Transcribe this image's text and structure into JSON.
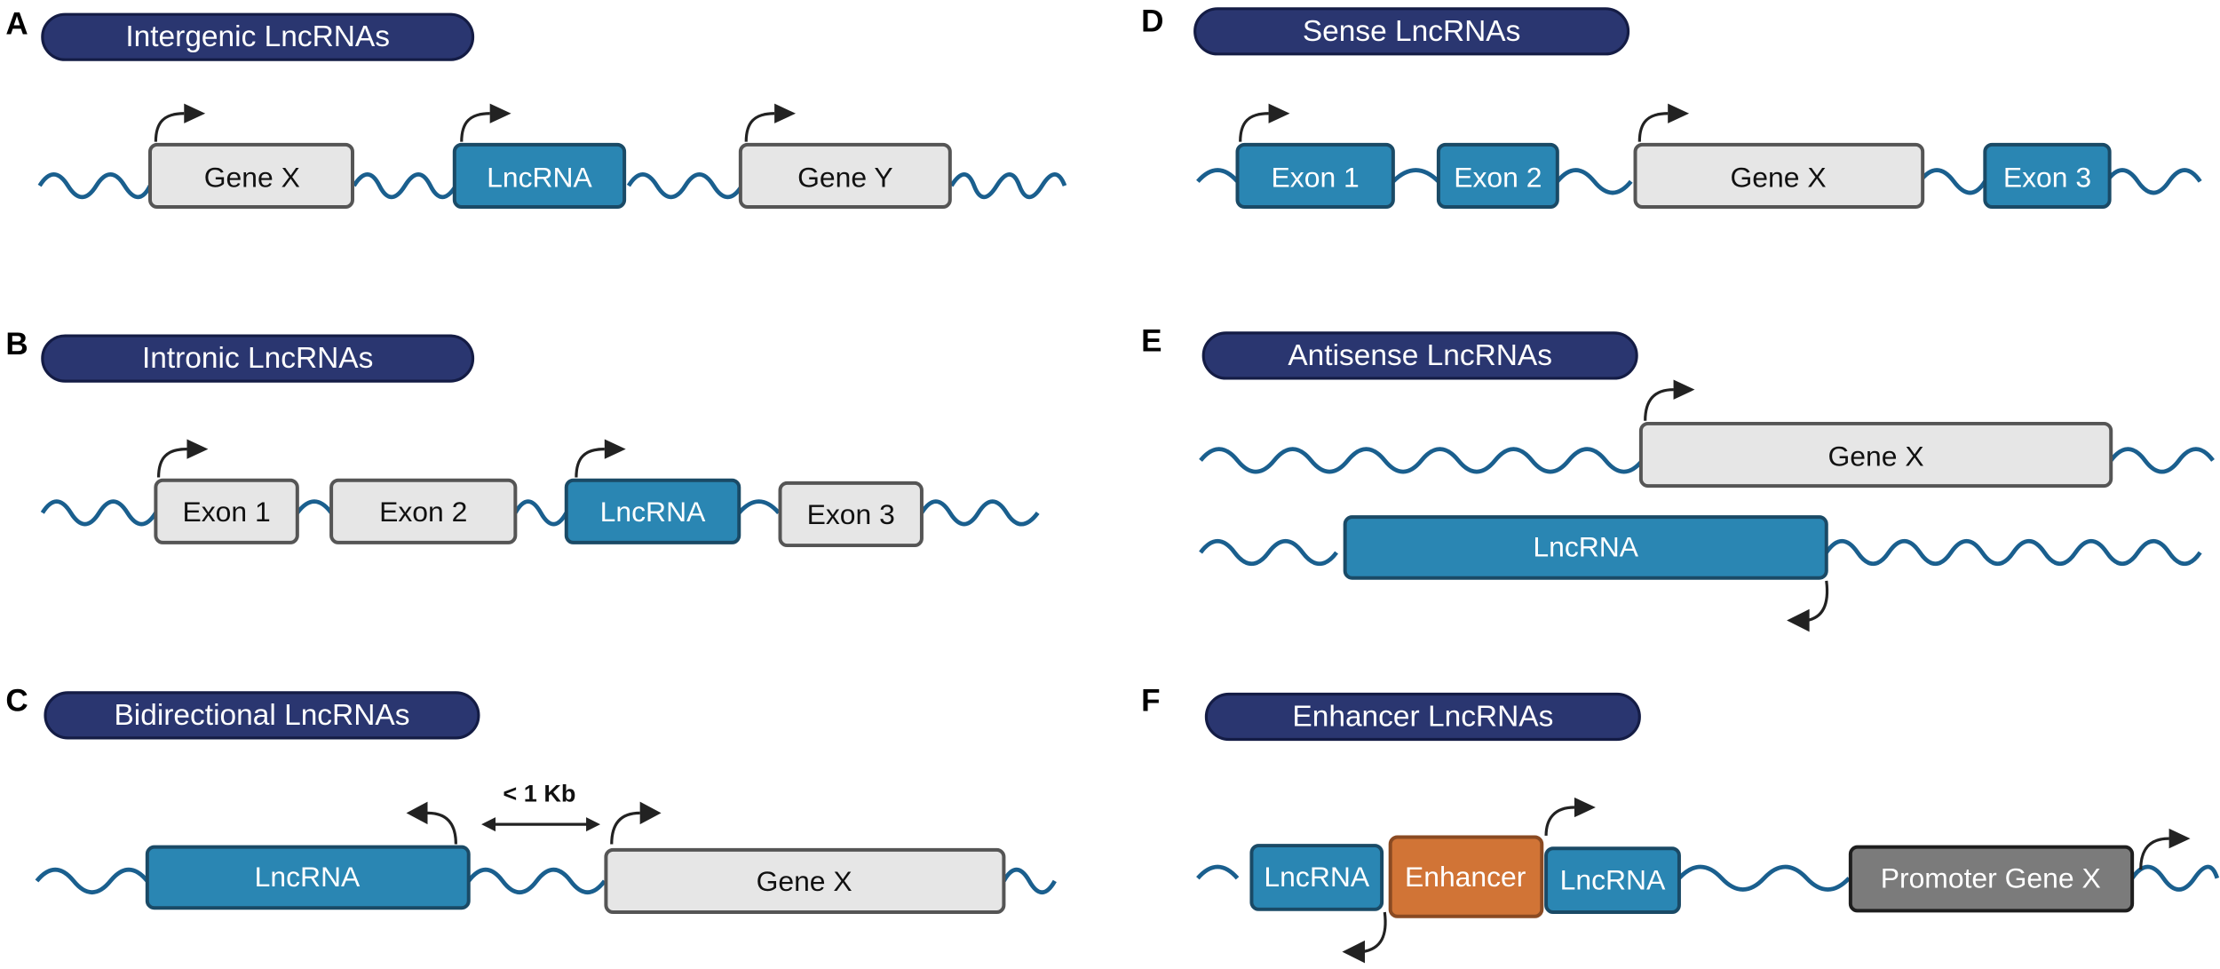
{
  "colors": {
    "title_pill": "#2a3670",
    "dna_strand": "#1a5f8e",
    "gene_box": "#e6e6e6",
    "lncrna_box": "#2a86b3",
    "enhancer_box": "#d17436",
    "promoter_box": "#7b7b7b"
  },
  "panels": {
    "A": {
      "letter": "A",
      "title": "Intergenic LncRNAs",
      "elements": [
        "Gene X",
        "LncRNA",
        "Gene Y"
      ]
    },
    "B": {
      "letter": "B",
      "title": "Intronic LncRNAs",
      "elements": [
        "Exon 1",
        "Exon 2",
        "LncRNA",
        "Exon 3"
      ]
    },
    "C": {
      "letter": "C",
      "title": "Bidirectional LncRNAs",
      "elements": [
        "LncRNA",
        "Gene X"
      ],
      "distance_label": "< 1 Kb"
    },
    "D": {
      "letter": "D",
      "title": "Sense LncRNAs",
      "elements": [
        "Exon 1",
        "Exon 2",
        "Gene X",
        "Exon 3"
      ]
    },
    "E": {
      "letter": "E",
      "title": "Antisense LncRNAs",
      "elements": [
        "Gene X",
        "LncRNA"
      ]
    },
    "F": {
      "letter": "F",
      "title": "Enhancer LncRNAs",
      "elements": [
        "LncRNA",
        "Enhancer",
        "LncRNA",
        "Promoter Gene X"
      ]
    }
  }
}
